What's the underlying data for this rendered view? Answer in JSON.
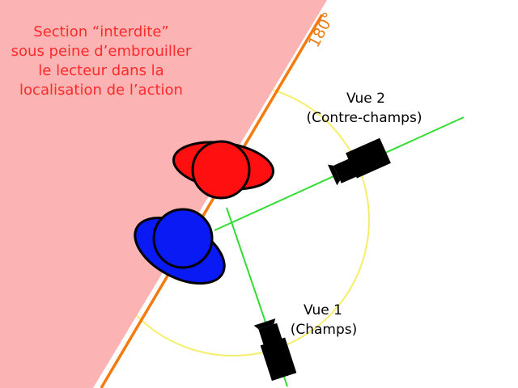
{
  "warning": {
    "lines": [
      "Section “interdite”",
      "sous peine d’embrouiller",
      "le lecteur dans la",
      "localisation de l’action"
    ],
    "color": "#ff2a2a"
  },
  "axis_label": "180°",
  "views": [
    {
      "title": "Vue 2",
      "subtitle": "(Contre-champs)"
    },
    {
      "title": "Vue 1",
      "subtitle": "(Champs)"
    }
  ],
  "colors": {
    "forbidden_zone": "#fbb3b3",
    "axis_line": "#f57a10",
    "arc": "#f5ee6a",
    "sight_line": "#33dd33",
    "character_a": "#ff0f0f",
    "character_b": "#0a1af5"
  }
}
